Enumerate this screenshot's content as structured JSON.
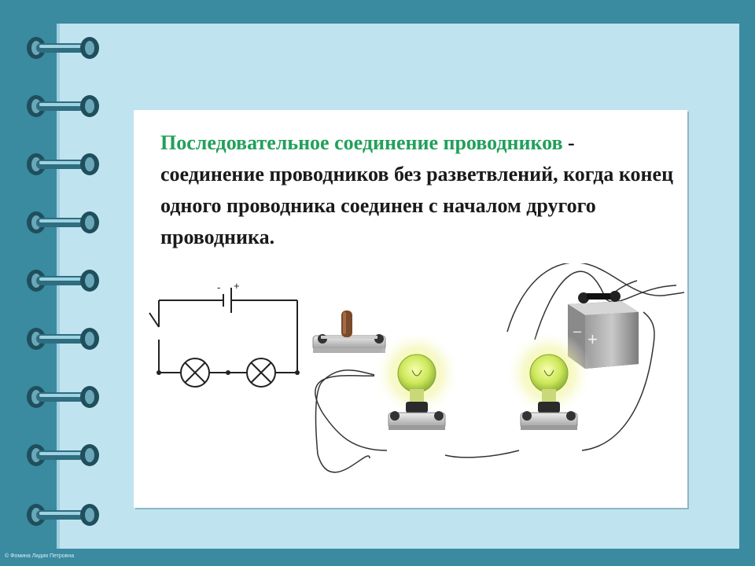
{
  "slide": {
    "definition_term": "Последовательное соединение проводников",
    "definition_dash": " -",
    "definition_text": " соединение проводников без разветвлений, когда конец одного проводника соединен с началом другого проводника."
  },
  "schematic": {
    "battery_minus": "-",
    "battery_plus": "+"
  },
  "battery_device": {
    "minus_label": "–",
    "plus_label": "+"
  },
  "footer": {
    "copyright": "© Фомина Лидия Петровна"
  },
  "colors": {
    "background": "#3a8aa0",
    "notebook": "#bfe3ef",
    "term": "#22a05a",
    "ring": "#2c5e6e"
  }
}
